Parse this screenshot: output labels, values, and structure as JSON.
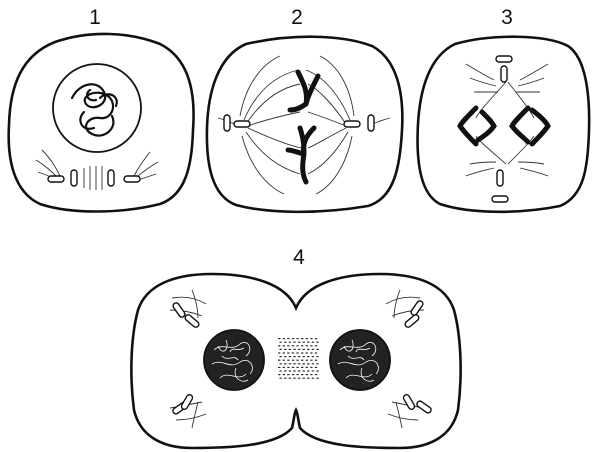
{
  "figure": {
    "labels": [
      "1",
      "2",
      "3",
      "4"
    ]
  },
  "stages": [
    {
      "label": "1",
      "icon": "prophase-cell-icon"
    },
    {
      "label": "2",
      "icon": "metaphase-cell-icon"
    },
    {
      "label": "3",
      "icon": "anaphase-cell-icon"
    },
    {
      "label": "4",
      "icon": "telophase-cell-icon"
    }
  ]
}
